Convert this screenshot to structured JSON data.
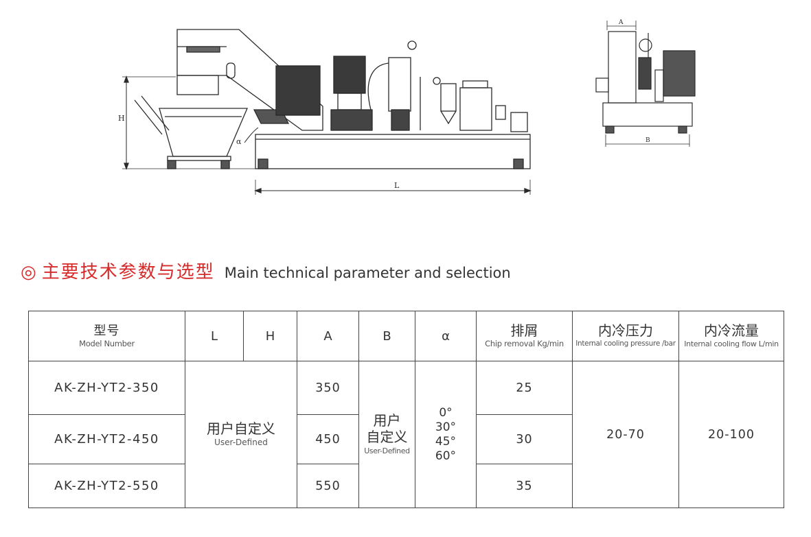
{
  "drawing": {
    "labels": {
      "height": "H",
      "length": "L",
      "angle": "α",
      "width_a": "A",
      "width_b": "B"
    }
  },
  "heading": {
    "symbol": "◎",
    "title_zh": "主要技术参数与选型",
    "title_en": "Main technical parameter and selection"
  },
  "table": {
    "headers": {
      "model_zh": "型号",
      "model_en": "Model Number",
      "L": "L",
      "H": "H",
      "A": "A",
      "B": "B",
      "alpha": "α",
      "chip_zh": "排屑",
      "chip_en": "Chip removal Kg/min",
      "pressure_zh": "内冷压力",
      "pressure_en": "Internal cooling pressure /bar",
      "flow_zh": "内冷流量",
      "flow_en": "Internal cooling flow L/min"
    },
    "rows": [
      {
        "model": "AK-ZH-YT2-350",
        "A": "350",
        "chip": "25"
      },
      {
        "model": "AK-ZH-YT2-450",
        "A": "450",
        "chip": "30"
      },
      {
        "model": "AK-ZH-YT2-550",
        "A": "550",
        "chip": "35"
      }
    ],
    "lh_zh": "用户自定义",
    "lh_en": "User-Defined",
    "b_zh_line1": "用户",
    "b_zh_line2": "自定义",
    "b_en": "User-Defined",
    "angles": [
      "0°",
      "30°",
      "45°",
      "60°"
    ],
    "pressure": "20-70",
    "flow": "20-100"
  },
  "colors": {
    "accent": "#d62b2b",
    "text": "#333333",
    "line": "#444444"
  }
}
